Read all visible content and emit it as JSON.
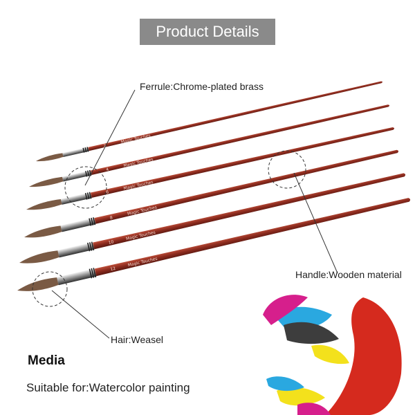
{
  "banner": {
    "title": "Product Details"
  },
  "callouts": {
    "ferrule": "Ferrule:Chrome-plated brass",
    "handle": "Handle:Wooden material",
    "hair": "Hair:Weasel"
  },
  "media": {
    "heading": "Media",
    "suitable": "Suitable for:Watercolor painting"
  },
  "brushes": [
    {
      "size": "2",
      "brand": "Magic Touches"
    },
    {
      "size": "4",
      "brand": "Magic Touches"
    },
    {
      "size": "6",
      "brand": "Magic Touches"
    },
    {
      "size": "8",
      "brand": "Magic Touches"
    },
    {
      "size": "10",
      "brand": "Magic Touches"
    },
    {
      "size": "12",
      "brand": "Magic Touches"
    }
  ],
  "colors": {
    "handle": "#8b2b1e",
    "handle_highlight": "#c0503b",
    "ferrule": "#d8d8d8",
    "hair": "#7a5a44",
    "banner_bg": "#8a8a8a",
    "splash_red": "#d52a1e",
    "splash_magenta": "#d61f8c",
    "splash_cyan": "#2aa8e0",
    "splash_yellow": "#f3e11c",
    "splash_gray": "#3d3d3d"
  }
}
